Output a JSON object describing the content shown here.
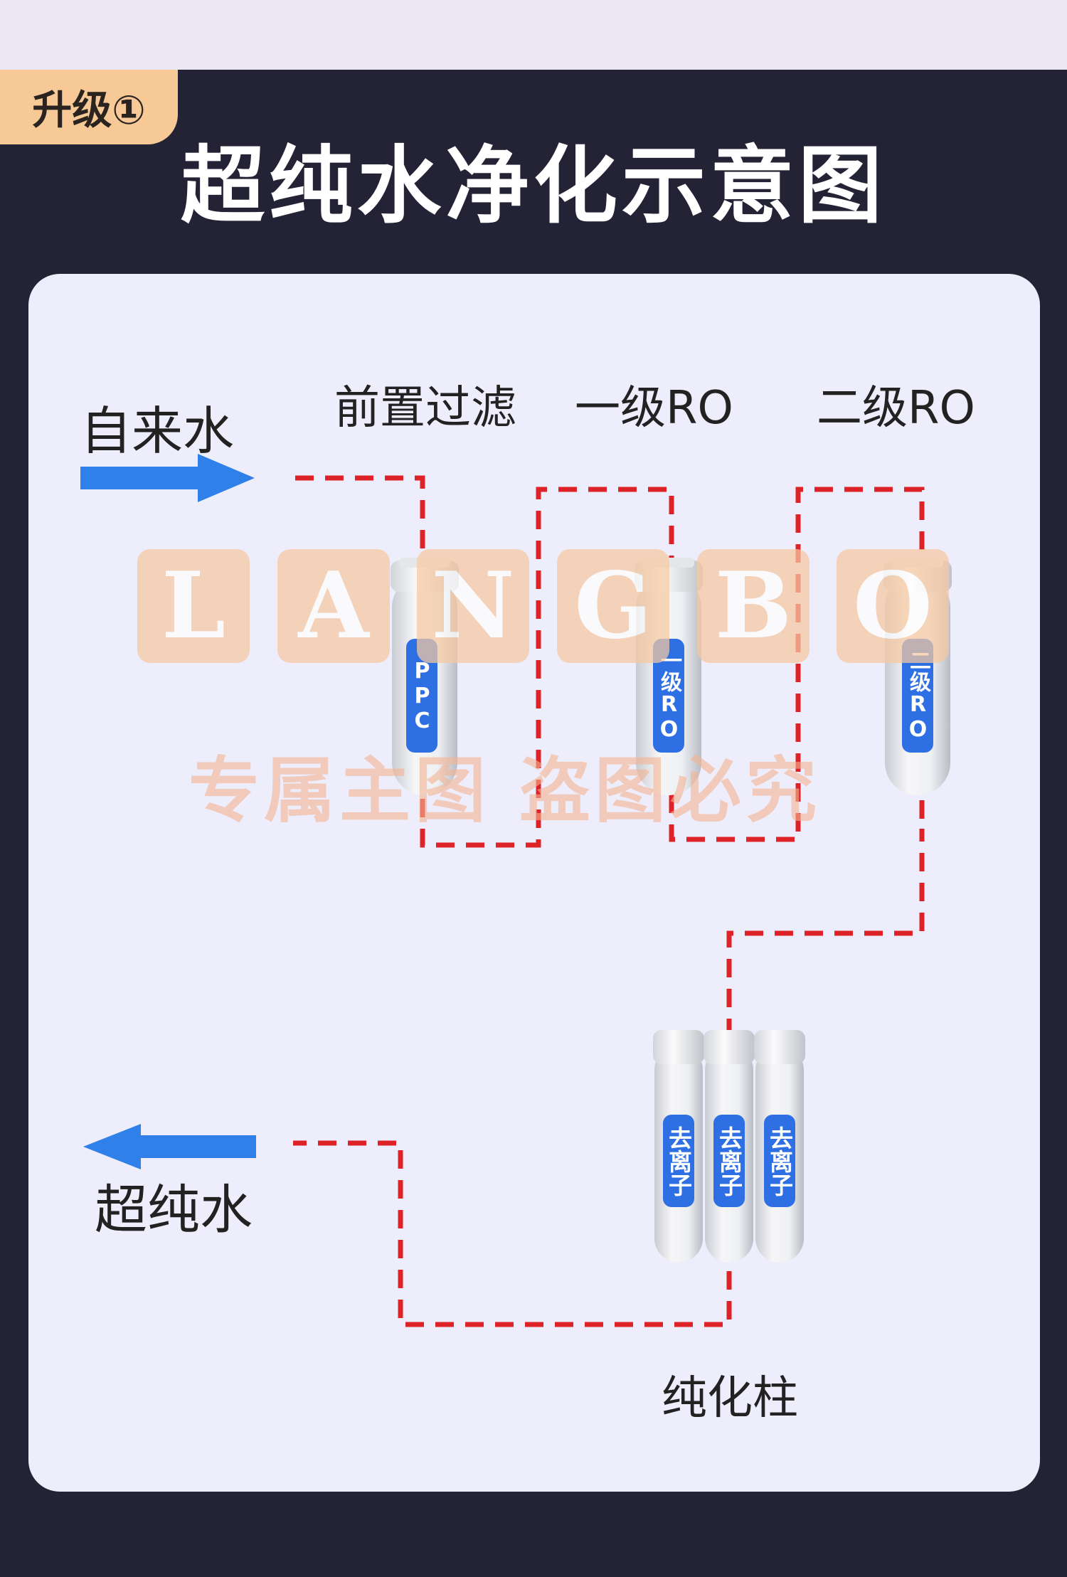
{
  "badge": "升级①",
  "title": "超纯水净化示意图",
  "labels": {
    "tap_water": "自来水",
    "pre_filter": "前置过滤",
    "ro1": "一级RO",
    "ro2": "二级RO",
    "ultra_pure": "超纯水",
    "purify_column": "纯化柱"
  },
  "cartridges": {
    "ppc": "PPC",
    "ro1": "一级RO",
    "ro2": "二级RO",
    "deion": [
      "去离子",
      "去离子",
      "去离子"
    ]
  },
  "watermark": {
    "letters": [
      "L",
      "A",
      "N",
      "G",
      "B",
      "O"
    ],
    "text": "专属主图 盗图必究"
  },
  "colors": {
    "background": "#232335",
    "card": "#eeedfb",
    "badge": "#f6c996",
    "arrow": "#2f80e8",
    "pipe": "#de2328",
    "label_plate": "#2e6fe4",
    "watermark": "#f7c9a1"
  }
}
